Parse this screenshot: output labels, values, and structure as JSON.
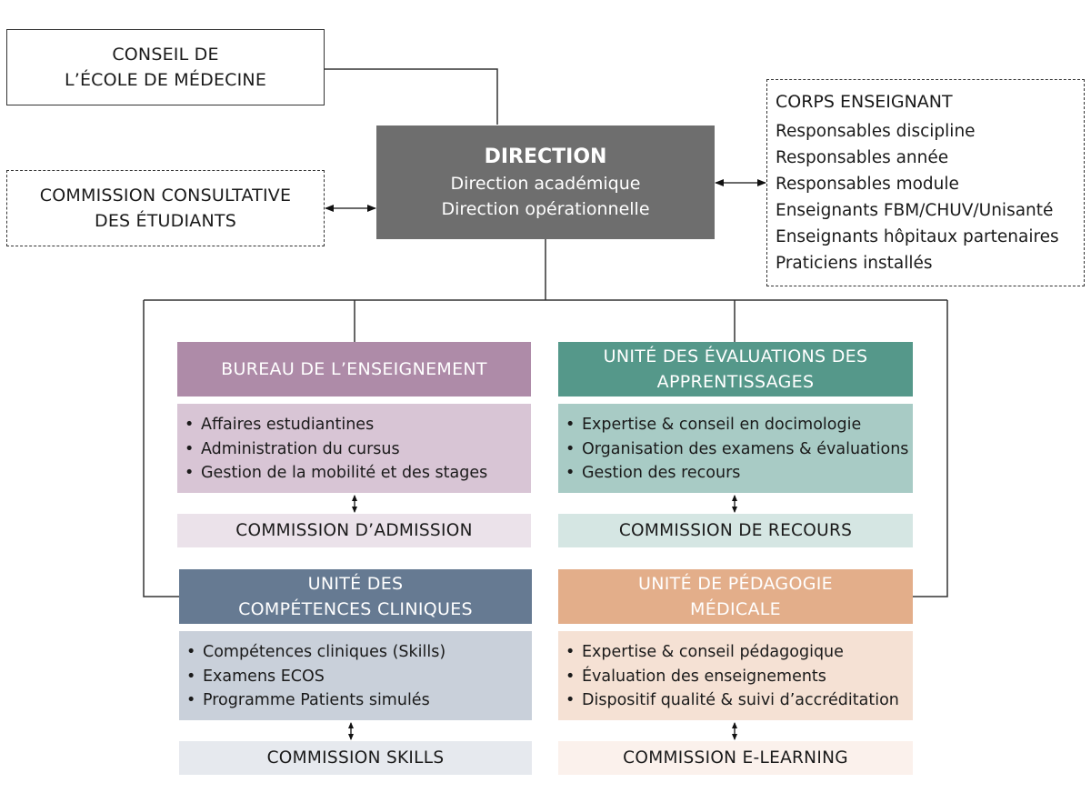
{
  "conseil": {
    "line1": "CONSEIL DE",
    "line2": "L’ÉCOLE DE MÉDECINE"
  },
  "commission_consultative": {
    "line1": "COMMISSION CONSULTATIVE",
    "line2": "DES ÉTUDIANTS"
  },
  "direction": {
    "title": "DIRECTION",
    "lines": [
      "Direction académique",
      "Direction opérationnelle"
    ]
  },
  "corps_enseignant": {
    "title": "CORPS ENSEIGNANT",
    "items": [
      "Responsables discipline",
      "Responsables année",
      "Responsables module",
      "Enseignants FBM/CHUV/Unisanté",
      "Enseignants hôpitaux partenaires",
      "Praticiens installés"
    ]
  },
  "bullet": "•",
  "units": [
    {
      "title_lines": [
        "BUREAU DE L’ENSEIGNEMENT"
      ],
      "items": [
        "Affaires estudiantines",
        "Administration du cursus",
        "Gestion de la mobilité et des stages"
      ],
      "commission": "COMMISSION D’ADMISSION",
      "colors": {
        "head": "#ae8ba8",
        "body": "#d8c5d5",
        "commission": "#ebe2ea"
      }
    },
    {
      "title_lines": [
        "UNITÉ DES ÉVALUATIONS DES",
        "APPRENTISSAGES"
      ],
      "items": [
        "Expertise & conseil en docimologie",
        "Organisation des examens & évaluations",
        "Gestion des recours"
      ],
      "commission": "COMMISSION DE RECOURS",
      "colors": {
        "head": "#55988a",
        "body": "#a8cbc5",
        "commission": "#d5e6e3"
      }
    },
    {
      "title_lines": [
        "UNITÉ DES",
        "COMPÉTENCES CLINIQUES"
      ],
      "items": [
        "Compétences cliniques (Skills)",
        "Examens ECOS",
        "Programme Patients simulés"
      ],
      "commission": "COMMISSION SKILLS",
      "colors": {
        "head": "#667a92",
        "body": "#c9d0da",
        "commission": "#e6e9ee"
      }
    },
    {
      "title_lines": [
        "UNITÉ DE PÉDAGOGIE",
        "MÉDICALE"
      ],
      "items": [
        "Expertise & conseil pédagogique",
        "Évaluation des enseignements",
        "Dispositif qualité & suivi d’accréditation"
      ],
      "commission": "COMMISSION E-LEARNING",
      "colors": {
        "head": "#e3ae8a",
        "body": "#f5e1d4",
        "commission": "#fbf1ec"
      }
    }
  ]
}
